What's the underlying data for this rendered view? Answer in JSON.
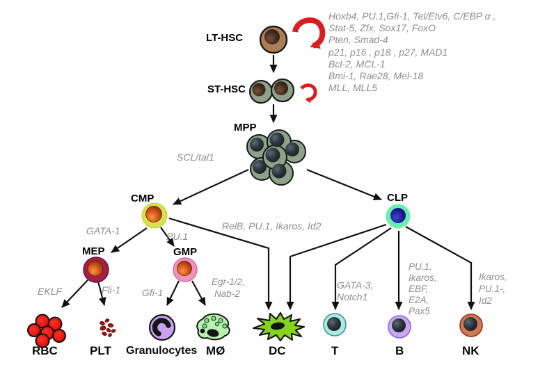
{
  "figure": {
    "description": "Hematopoietic stem cell differentiation diagram",
    "labels": {
      "lt_hsc": "LT-HSC",
      "st_hsc": "ST-HSC",
      "mpp": "MPP",
      "cmp": "CMP",
      "clp": "CLP",
      "mep": "MEP",
      "gmp": "GMP",
      "rbc": "RBC",
      "plt": "PLT",
      "gran": "Granulocytes",
      "mo": "MØ",
      "dc": "DC",
      "t": "T",
      "b": "B",
      "nk": "NK"
    },
    "genes": {
      "hsc_self_renewal": [
        "Hoxb4, PU.1,Gfi-1, Tel/Etv6, C/EBP α ,",
        "Stat-5, Zfx, Sox17, FoxO",
        "Pten, Smad-4",
        "p21, p16 , p18 , p27, MAD1",
        "Bcl-2, MCL-1",
        "Bmi-1, Rae28, Mel-18",
        "MLL, MLL5"
      ],
      "scl_tal1": "SCL/tal1",
      "gata1": "GATA-1",
      "pu1": "PU.1",
      "relb_line": "RelB, PU.1, Ikaros, Id2",
      "eklf": "EKLF",
      "fli1": "Fli-1",
      "gfi1": "Gfi-1",
      "egr": [
        "Egr-1/2,",
        "Nab-2"
      ],
      "gata3_notch1": [
        "GATA-3,",
        "Notch1"
      ],
      "b_genes": [
        "PU.1,",
        "Ikaros,",
        "EBF,",
        "E2A,",
        "Pax5"
      ],
      "nk_genes": [
        "Ikaros,",
        "PU.1-,",
        "Id2"
      ]
    },
    "colors": {
      "arrow": "#111111",
      "self_renewal_arrow": "#d42020",
      "gene_text": "#8d8d8d",
      "lt_hsc_body": "#ab7e56",
      "hsc_mpp_body": "#8da289",
      "cmp_body": "#d7e14f",
      "clp_body": "#69efad",
      "mep_body": "#a42048",
      "gmp_body": "#ef93bd",
      "granulocyte_body": "#c9a2ef",
      "macrophage_body": "#baefb4",
      "dc_body": "#85d31f",
      "t_body": "#abeadf",
      "b_body": "#c7a9f1",
      "nk_body": "#cf7a56",
      "rbc_body": "#dd1410",
      "plt_body": "#b01414"
    }
  }
}
